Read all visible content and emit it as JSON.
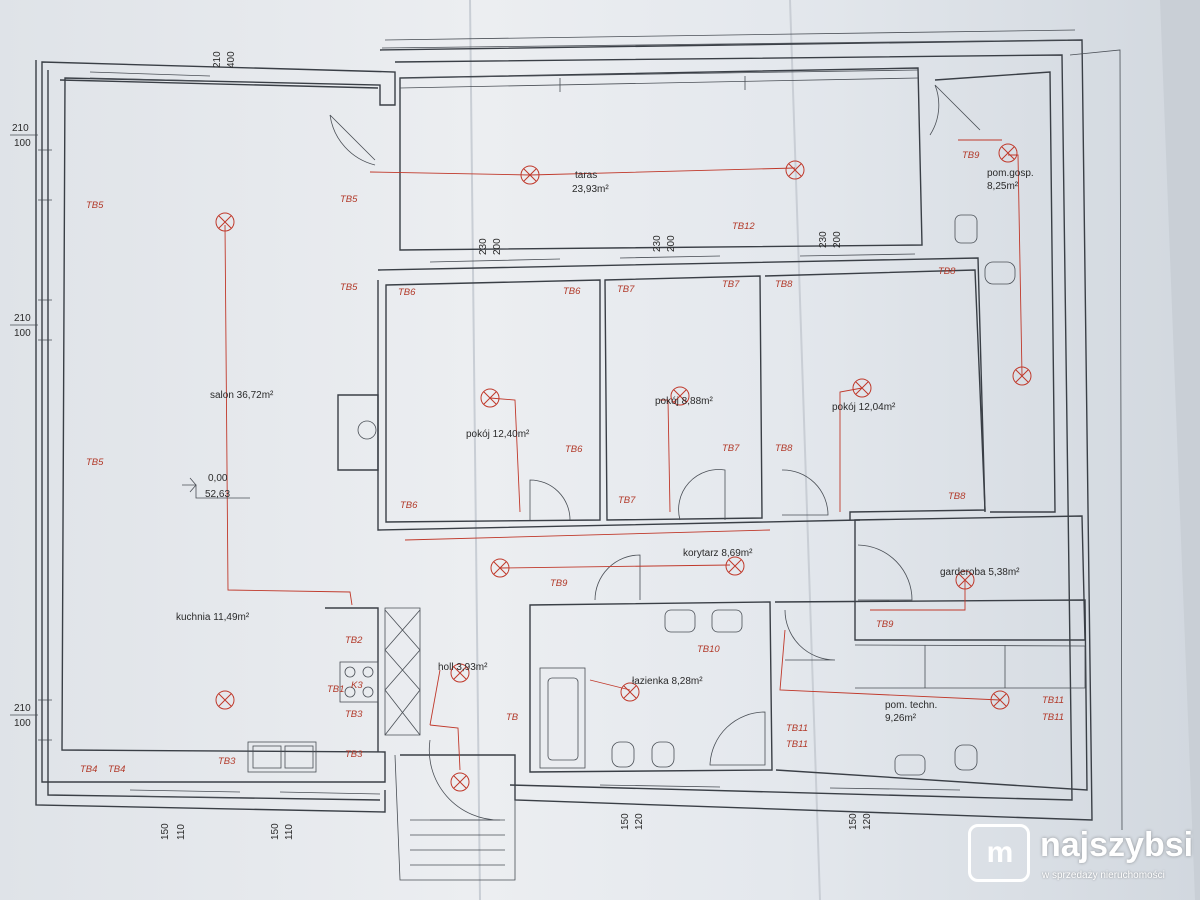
{
  "rooms": {
    "salon": "salon 36,72m²",
    "taras_name": "taras",
    "taras_area": "23,93m²",
    "pom_gosp_name": "pom.gosp.",
    "pom_gosp_area": "8,25m²",
    "pokoj1": "pokój 12,40m²",
    "pokoj2": "pokój 8,88m²",
    "pokoj3": "pokój 12,04m²",
    "korytarz": "korytarz 8,69m²",
    "garderoba": "garderoba 5,38m²",
    "kuchnia": "kuchnia 11,49m²",
    "holl": "holl 3,93m²",
    "lazienka": "łazienka 8,28m²",
    "pom_techn_name": "pom. techn.",
    "pom_techn_area": "9,26m²"
  },
  "level": {
    "top": "0,00",
    "bottom": "52,63"
  },
  "dimensions": {
    "d210": "210",
    "d100": "100",
    "d400": "400",
    "d230": "230",
    "d200": "200",
    "d150": "150",
    "d110": "110",
    "d120": "120"
  },
  "markers": {
    "TB2": "TB2",
    "TB3": "TB3",
    "TB4": "TB4",
    "TB5": "TB5",
    "TB6": "TB6",
    "TB7": "TB7",
    "TB8": "TB8",
    "TB9": "TB9",
    "TB10": "TB10",
    "TB11": "TB11",
    "TB12": "TB12",
    "TB1": "TB1",
    "K3": "K3",
    "TB": "TB"
  },
  "logo": {
    "mark": "m",
    "brand": "najszybsi",
    "tagline": "w sprzedaży nieruchomości"
  },
  "colors": {
    "paper": "#e6eaef",
    "walls": "#3a3f46",
    "electrical": "#c0392b"
  }
}
